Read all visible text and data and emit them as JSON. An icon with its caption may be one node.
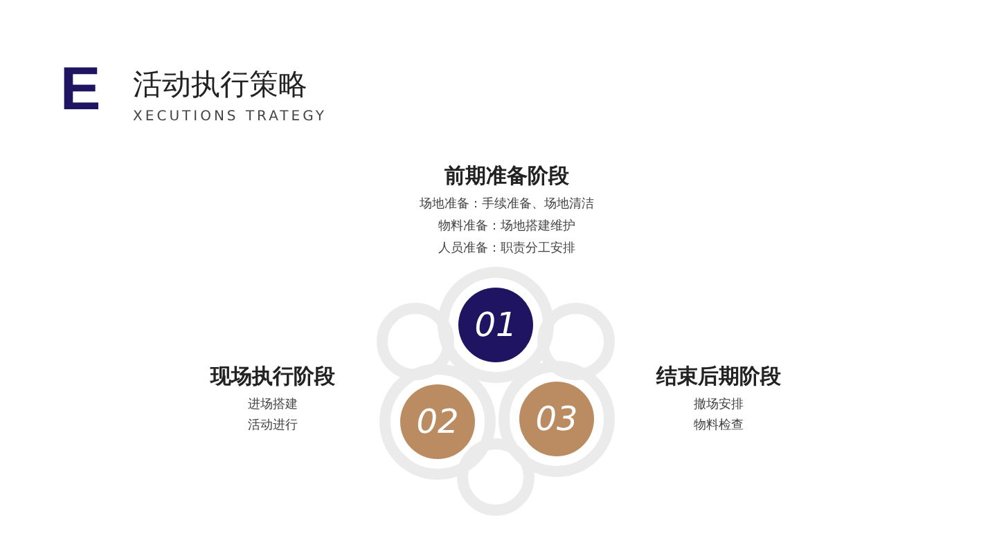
{
  "diagram": {
    "title": "活动执行策略",
    "nodes": [
      {
        "text": [
          "01"
        ]
      },
      {
        "text": [
          "02"
        ]
      },
      {
        "text": [
          "03"
        ]
      }
    ],
    "labels": [
      "E",
      "XECUTIONS TRATEGY",
      "前期准备阶段",
      "场地准备：手续准备、场地清洁",
      "物料准备：场地搭建维护",
      "人员准备：职责分工安排",
      "现场执行阶段",
      "进场搭建",
      "活动进行",
      "结束后期阶段",
      "撤场安排",
      "物料检查"
    ]
  }
}
